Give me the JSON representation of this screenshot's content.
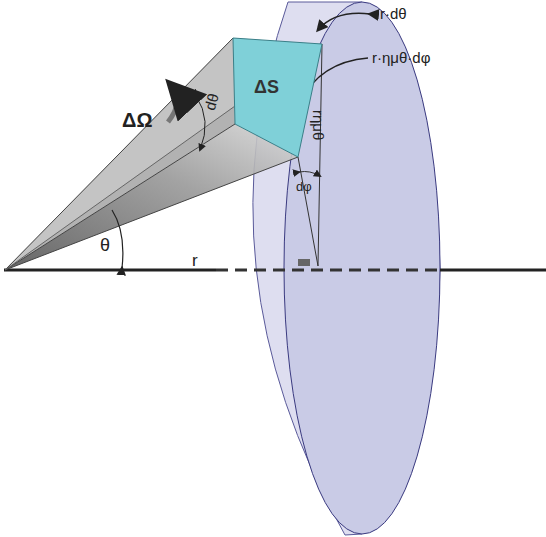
{
  "diagram": {
    "nodes": [
      {
        "text": [
          "ΔS"
        ]
      }
    ],
    "labels": [
      "r·dθ",
      "r·ημθ·dφ",
      "ΔΩ",
      "dθ",
      "rημθ",
      "dφ",
      "θ",
      "r"
    ]
  }
}
